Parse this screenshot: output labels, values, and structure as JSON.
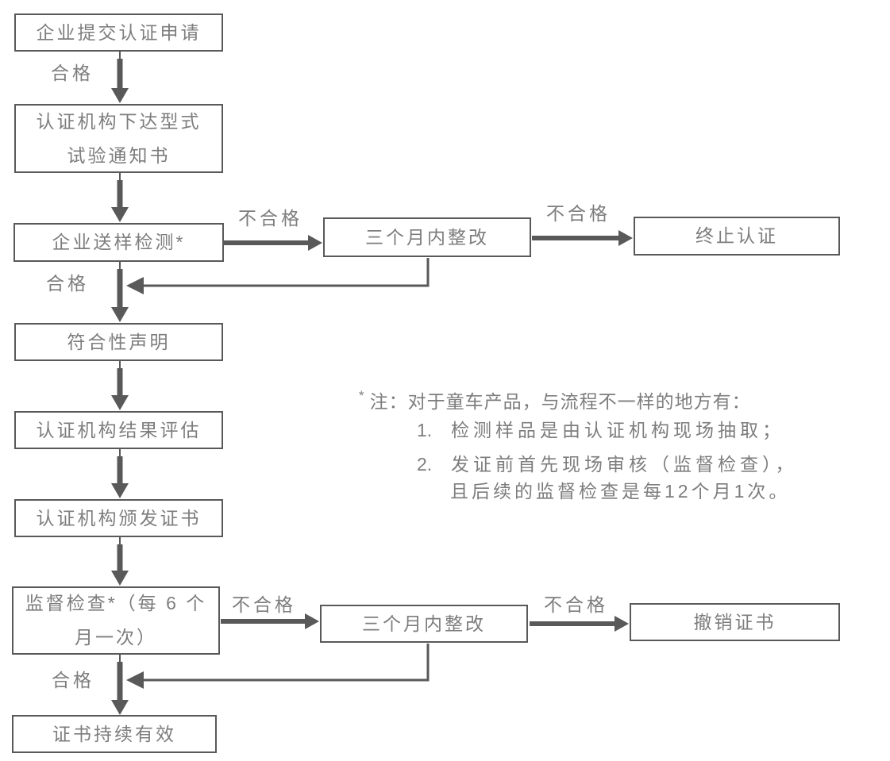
{
  "diagram": {
    "nodes": {
      "submit": {
        "label": "企业提交认证申请"
      },
      "notice": {
        "line1": "认证机构下达型式",
        "line2": "试验通知书"
      },
      "sample_test": {
        "label": "企业送样检测*"
      },
      "conformity": {
        "label": "符合性声明"
      },
      "evaluation": {
        "label": "认证机构结果评估"
      },
      "issue_cert": {
        "label": "认证机构颁发证书"
      },
      "supervision": {
        "line1": "监督检查*（每 6 个",
        "line2": "月一次）"
      },
      "cert_valid": {
        "label": "证书持续有效"
      },
      "rectify1": {
        "label": "三个月内整改"
      },
      "terminate": {
        "label": "终止认证"
      },
      "rectify2": {
        "label": "三个月内整改"
      },
      "revoke": {
        "label": "撤销证书"
      }
    },
    "edge_labels": {
      "pass1": "合格",
      "fail1": "不合格",
      "fail2": "不合格",
      "pass2": "合格",
      "fail3": "不合格",
      "fail4": "不合格",
      "pass3": "合格"
    },
    "note": {
      "asterisk": "*",
      "header": "注：对于童车产品，与流程不一样的地方有：",
      "item1_num": "1.",
      "item1": "检测样品是由认证机构现场抽取；",
      "item2_num": "2.",
      "item2": "发证前首先现场审核（监督检查），",
      "item2_cont": "且后续的监督检查是每12个月1次。"
    },
    "colors": {
      "line": "#595959",
      "text": "#7d7d7d",
      "background": "#ffffff"
    }
  }
}
